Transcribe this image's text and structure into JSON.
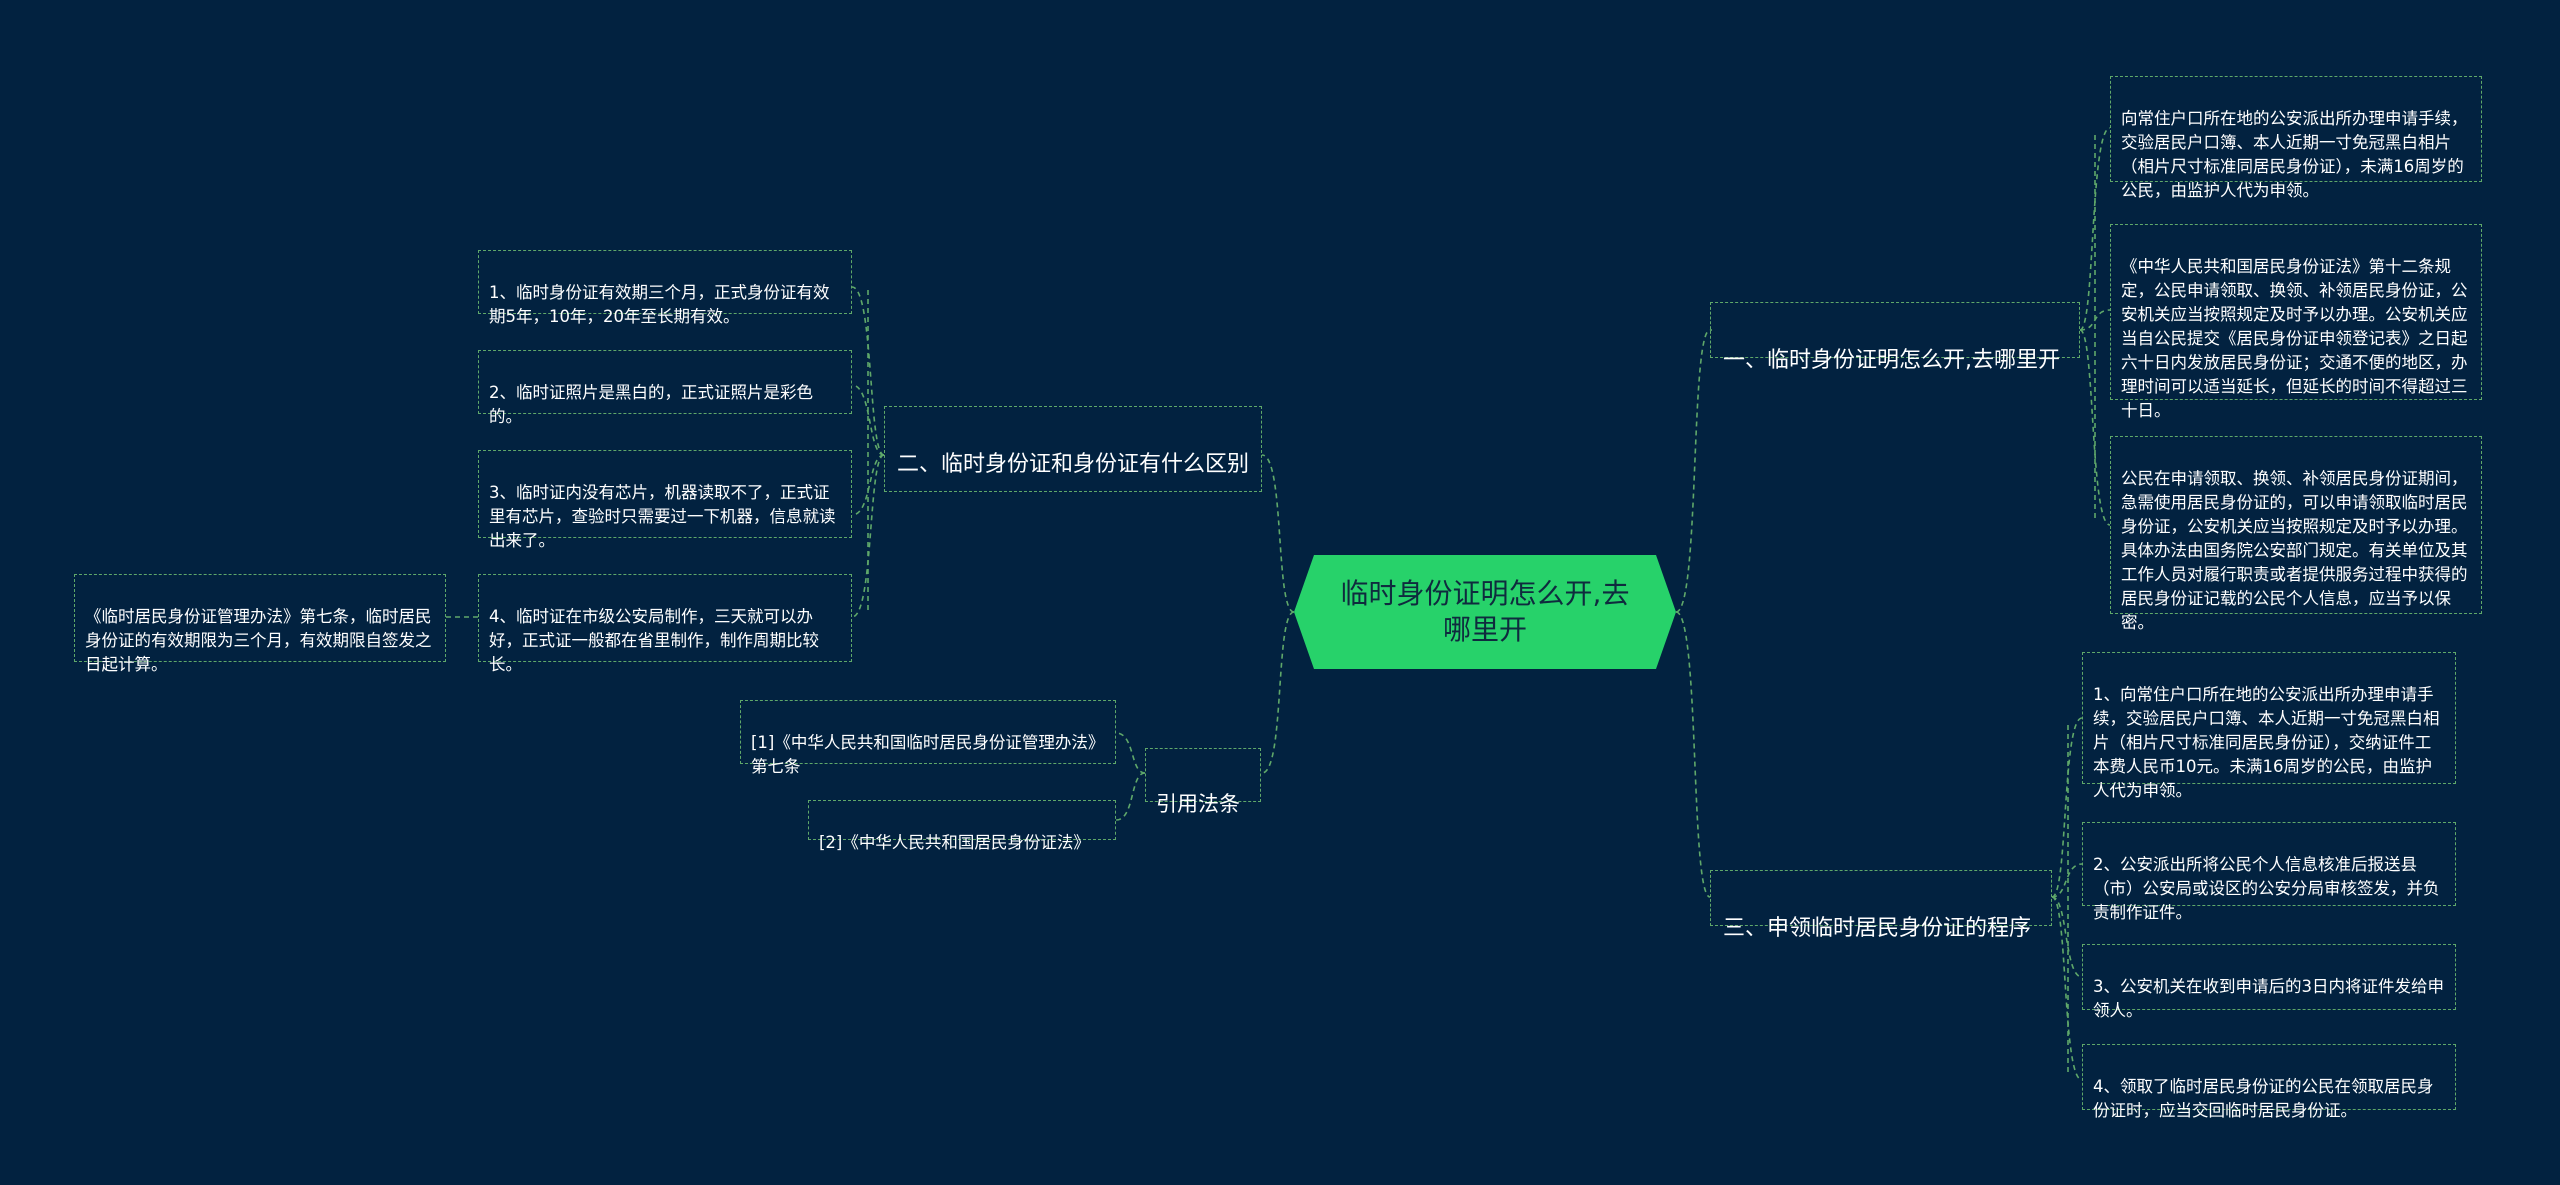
{
  "root": {
    "label": "临时身份证明怎么开,去哪里开"
  },
  "branches": {
    "b1": {
      "label": "一、临时身份证明怎么开,去哪里开",
      "leaves": [
        "向常住户口所在地的公安派出所办理申请手续，交验居民户口簿、本人近期一寸免冠黑白相片（相片尺寸标准同居民身份证），未满16周岁的公民，由监护人代为申领。",
        "《中华人民共和国居民身份证法》第十二条规定，公民申请领取、换领、补领居民身份证，公安机关应当按照规定及时予以办理。公安机关应当自公民提交《居民身份证申领登记表》之日起六十日内发放居民身份证；交通不便的地区，办理时间可以适当延长，但延长的时间不得超过三十日。",
        "公民在申请领取、换领、补领居民身份证期间，急需使用居民身份证的，可以申请领取临时居民身份证，公安机关应当按照规定及时予以办理。具体办法由国务院公安部门规定。有关单位及其工作人员对履行职责或者提供服务过程中获得的居民身份证记载的公民个人信息，应当予以保密。"
      ]
    },
    "b2": {
      "label": "二、临时身份证和身份证有什么区别",
      "leaves": [
        "1、临时身份证有效期三个月，正式身份证有效期5年，10年，20年至长期有效。",
        "2、临时证照片是黑白的，正式证照片是彩色的。",
        "3、临时证内没有芯片，机器读取不了，正式证里有芯片，查验时只需要过一下机器，信息就读出来了。",
        "4、临时证在市级公安局制作，三天就可以办好，正式证一般都在省里制作，制作周期比较长。"
      ],
      "subleaf": "《临时居民身份证管理办法》第七条，临时居民身份证的有效期限为三个月，有效期限自签发之日起计算。"
    },
    "b3": {
      "label": "三、申领临时居民身份证的程序",
      "leaves": [
        "1、向常住户口所在地的公安派出所办理申请手续，交验居民户口簿、本人近期一寸免冠黑白相片（相片尺寸标准同居民身份证），交纳证件工本费人民币10元。未满16周岁的公民，由监护人代为申领。",
        "2、公安派出所将公民个人信息核准后报送县（市）公安局或设区的公安分局审核签发，并负责制作证件。",
        "3、公安机关在收到申请后的3日内将证件发给申领人。",
        "4、领取了临时居民身份证的公民在领取居民身份证时，应当交回临时居民身份证。"
      ]
    },
    "b4": {
      "label": "引用法条",
      "leaves": [
        "[1]《中华人民共和国临时居民身份证管理办法》 第七条",
        "[2]《中华人民共和国居民身份证法》"
      ]
    }
  },
  "colors": {
    "background": "#022240",
    "root": "#27d26a",
    "line": "#5fa86a"
  }
}
